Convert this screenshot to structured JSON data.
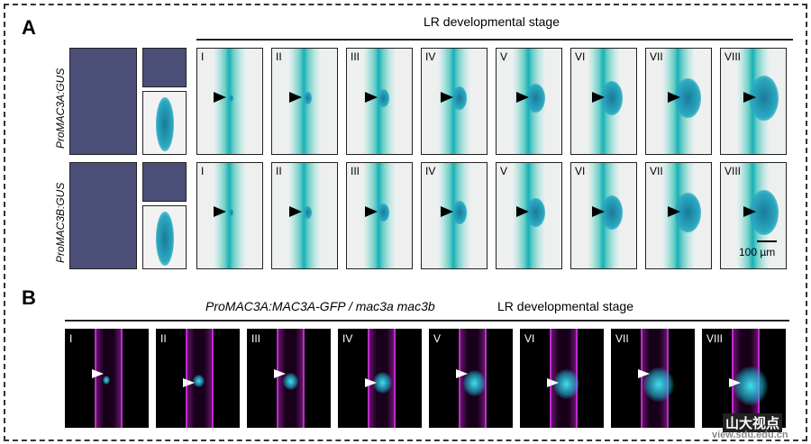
{
  "panel_a": {
    "label": "A",
    "title": "LR developmental stage",
    "rows": [
      "ProMAC3A:GUS",
      "ProMAC3B:GUS"
    ],
    "scale_bar": "100 µm"
  },
  "panel_b": {
    "label": "B",
    "title_genotype": "ProMAC3A:MAC3A-GFP / mac3a mac3b",
    "title_stage": "LR developmental stage"
  },
  "stages": [
    "I",
    "II",
    "III",
    "IV",
    "V",
    "VI",
    "VII",
    "VIII"
  ],
  "watermark": {
    "text": "山大视点",
    "url": "view.sdu.edu.cn"
  }
}
